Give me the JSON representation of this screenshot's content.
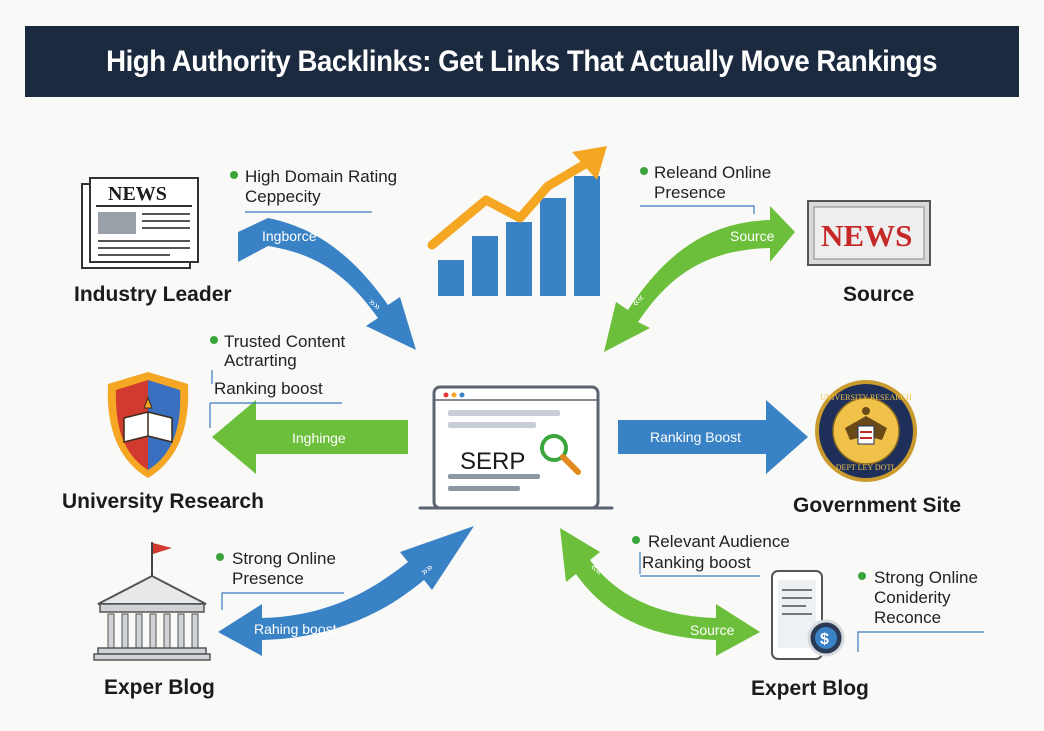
{
  "title": "High Authority Backlinks: Get Links That Actually Move Rankings",
  "center": {
    "label": "SERP"
  },
  "nodes": {
    "industry_leader": {
      "label": "Industry Leader",
      "icon": "newspaper-icon",
      "badge": "NEWS"
    },
    "source": {
      "label": "Source",
      "icon": "news-sign-icon",
      "badge": "NEWS"
    },
    "university_research": {
      "label": "University Research",
      "icon": "shield-book-icon"
    },
    "government_site": {
      "label": "Government Site",
      "icon": "government-seal-icon",
      "seal_top": "UNIVERSITY RESEARCH",
      "seal_bottom": "DEPT LEY DOTL"
    },
    "exper_blog": {
      "label": "Exper Blog",
      "icon": "building-flag-icon"
    },
    "expert_blog": {
      "label": "Expert Blog",
      "icon": "mobile-dollar-icon"
    }
  },
  "notes": {
    "top_left": [
      "High Domain Rating",
      "Ceppecity"
    ],
    "top_right": [
      "Releand Online",
      "Presence"
    ],
    "mid_left": [
      "Trusted Content",
      "Actrarting",
      "Ranking boost"
    ],
    "bottom_left": [
      "Strong Online",
      "Presence"
    ],
    "bottom_center_right": [
      "Relevant Audience",
      "Ranking boost"
    ],
    "bottom_right": [
      "Strong Online",
      "Coniderity",
      "Reconce"
    ]
  },
  "arrow_labels": {
    "top_left": "Ingborce",
    "top_right": "Source",
    "mid_left": "Inghinge",
    "mid_right": "Ranking Boost",
    "bottom_left": "Rahing boost",
    "bottom_right": "Source"
  },
  "colors": {
    "title_bg": "#1b2a3e",
    "blue": "#3a82c6",
    "green": "#6cbf3a",
    "orange": "#f5a623",
    "red": "#c62828"
  }
}
